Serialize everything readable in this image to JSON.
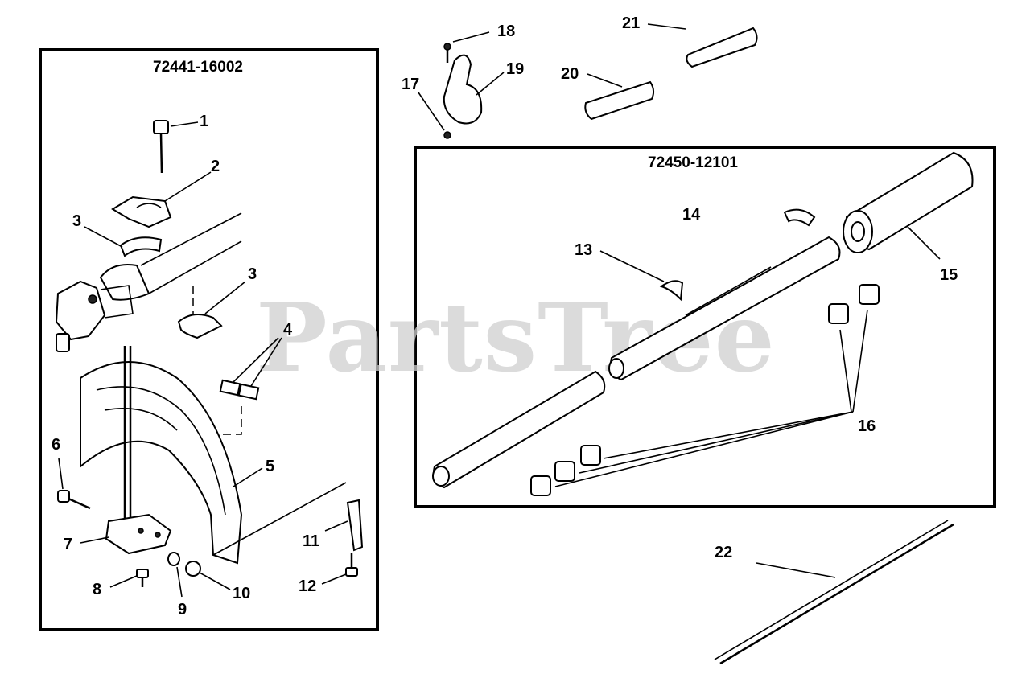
{
  "kits": {
    "left": "72441-16002",
    "right": "72450-12101"
  },
  "watermark": "PartsTree",
  "trademark": "™",
  "callouts": [
    "1",
    "2",
    "3",
    "3",
    "4",
    "5",
    "6",
    "7",
    "8",
    "9",
    "10",
    "11",
    "12",
    "13",
    "14",
    "15",
    "16",
    "17",
    "18",
    "19",
    "20",
    "21",
    "22"
  ]
}
